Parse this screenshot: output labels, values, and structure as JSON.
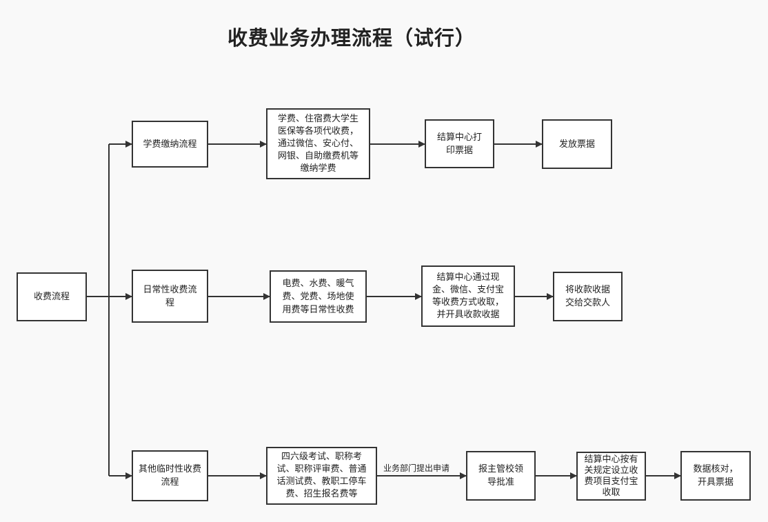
{
  "title": "收费业务办理流程（试行）",
  "colors": {
    "background": "#f9f9f9",
    "node_fill": "#ffffff",
    "stroke": "#333333"
  },
  "nodes": {
    "root": "收费流程",
    "tuition": {
      "name": "学费缴纳流程",
      "payment": "学费、住宿费大学生\n医保等各项代收费，\n通过微信、安心付、\n网银、自助缴费机等\n缴纳学费",
      "settlement": "结算中心打\n印票据",
      "result": "发放票据"
    },
    "daily": {
      "name": "日常性收费流\n程",
      "payment": "电费、水费、暖气\n费、党费、场地使\n用费等日常性收费",
      "settlement": "结算中心通过现\n金、微信、支付宝\n等收费方式收取，\n并开具收款收据",
      "result": "将收款收据\n交给交款人"
    },
    "temporary": {
      "name": "其他临时性收费\n流程",
      "payment": "四六级考试、职称考\n试、职称评审费、普通\n话测试费、教职工停车\n费、招生报名费等",
      "edge_label": "业务部门提出申请",
      "approval": "报主管校领\n导批准",
      "settlement": "结算中心按有\n关规定设立收\n费项目支付宝\n收取",
      "result": "数据核对，\n开具票据"
    }
  }
}
